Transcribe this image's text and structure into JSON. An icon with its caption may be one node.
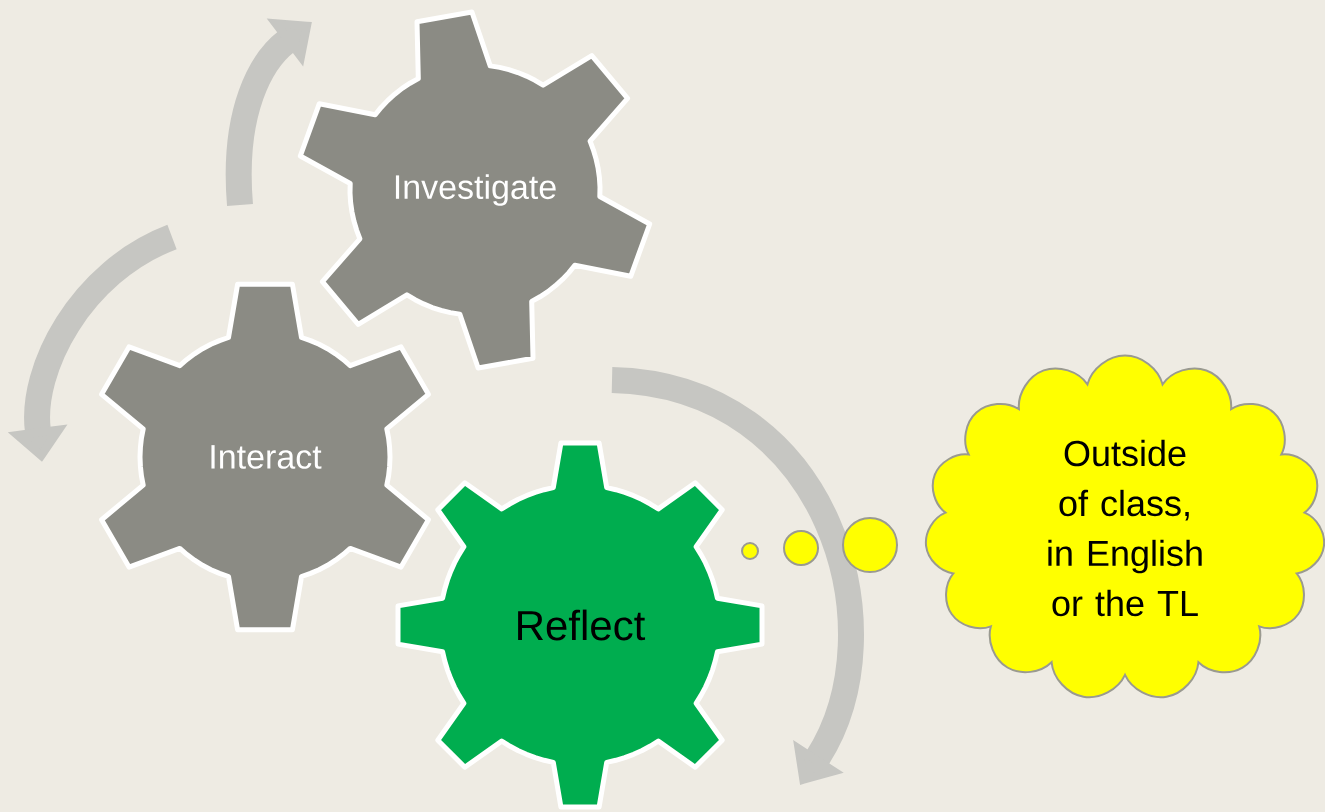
{
  "diagram": {
    "nodes": [
      {
        "text": [
          "Investigate"
        ]
      },
      {
        "text": [
          "Interact"
        ]
      },
      {
        "text": [
          "Reflect"
        ]
      },
      {
        "text": [],
        "shape": "circle"
      },
      {
        "text": [],
        "shape": "circle"
      },
      {
        "text": [],
        "shape": "circle"
      },
      {
        "text": [
          "Outside of class, in English or the TL"
        ]
      }
    ]
  }
}
